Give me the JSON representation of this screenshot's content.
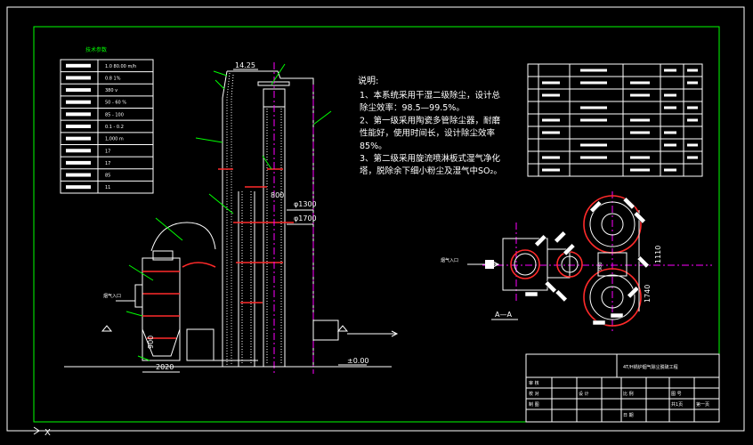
{
  "colors": {
    "background": "#000000",
    "border": "#00ff00",
    "line": "#ffffff",
    "accent_red": "#ff2a2a",
    "accent_cyan": "#00ffff",
    "accent_green": "#00ff00",
    "accent_magenta": "#ff00ff"
  },
  "tech_table": {
    "title": "技术参数",
    "rows": [
      {
        "value": "1.0 80.00 m/h"
      },
      {
        "value": "0.8 1%"
      },
      {
        "value": "380 v"
      },
      {
        "value": "50 - 60 %"
      },
      {
        "value": "85 - 100"
      },
      {
        "value": "0.1 - 0.2"
      },
      {
        "value": "1,000 m"
      },
      {
        "value": "17"
      },
      {
        "value": "17"
      },
      {
        "value": "85"
      },
      {
        "value": "11"
      }
    ]
  },
  "notes": {
    "heading": "说明:",
    "lines": [
      "1、本系统采用干湿二级除尘，设计总",
      "除尘效率：98.5—99.5%。",
      "2、第一级采用陶瓷多管除尘器，耐磨",
      "性能好，使用时间长，设计除尘效率",
      "85%。",
      "3、第二级采用旋流喷淋板式湿气净化",
      "塔，脱除余下细小粉尘及湿气中SO₂。"
    ]
  },
  "dimensions": {
    "top": "14.25",
    "d800": "800",
    "d1300": "φ1300",
    "d1700": "φ1700",
    "d900": "900",
    "d2020": "2020",
    "elev0": "±0.00",
    "d1110": "1110",
    "d1740": "1740",
    "d980": "980"
  },
  "section_label": "A—A",
  "inlet_label_left": "烟气入口",
  "inlet_label_right": "烟气入口",
  "title_block": {
    "project": "4T/H锅炉烟气除尘脱硫工程",
    "cells": [
      "审 核",
      "校 对",
      "设 计",
      "制 图",
      "比 例",
      "图 号",
      "日 期",
      "第一页",
      "共1页"
    ]
  }
}
